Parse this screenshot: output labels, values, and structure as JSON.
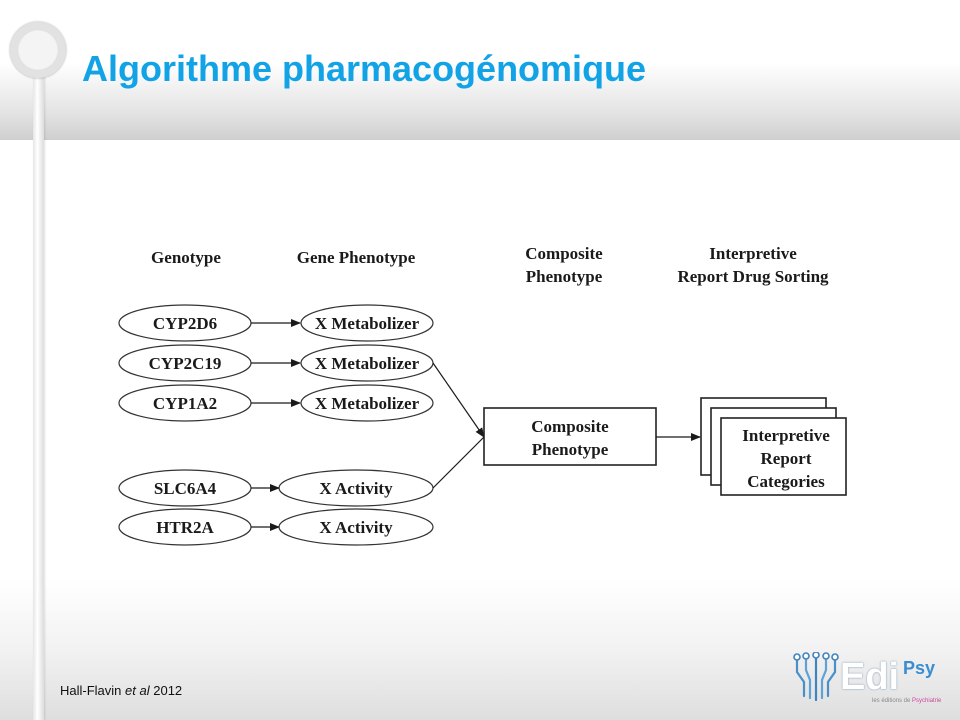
{
  "slide": {
    "title": "Algorithme pharmacogénomique",
    "accent_color": "#11a3e6"
  },
  "diagram": {
    "headers": {
      "genotype": "Genotype",
      "gene_phenotype": "Gene Phenotype",
      "composite_phenotype_line1": "Composite",
      "composite_phenotype_line2": "Phenotype",
      "interpretive_line1": "Interpretive",
      "interpretive_line2": "Report Drug Sorting"
    },
    "genotypes": [
      "CYP2D6",
      "CYP2C19",
      "CYP1A2",
      "SLC6A4",
      "HTR2A"
    ],
    "phenotypes": [
      "X Metabolizer",
      "X Metabolizer",
      "X Metabolizer",
      "X Activity",
      "X Activity"
    ],
    "composite_box": {
      "line1": "Composite",
      "line2": "Phenotype"
    },
    "report_box": {
      "line1": "Interpretive",
      "line2": "Report",
      "line3": "Categories"
    }
  },
  "footer": {
    "citation_author": "Hall-Flavin",
    "citation_etal": "et al",
    "citation_year": "2012",
    "logo_text": "Edi",
    "logo_psy": "Psy",
    "logo_tagline_prefix": "les éditions de",
    "logo_tagline_highlight": "Psychiatrie"
  }
}
